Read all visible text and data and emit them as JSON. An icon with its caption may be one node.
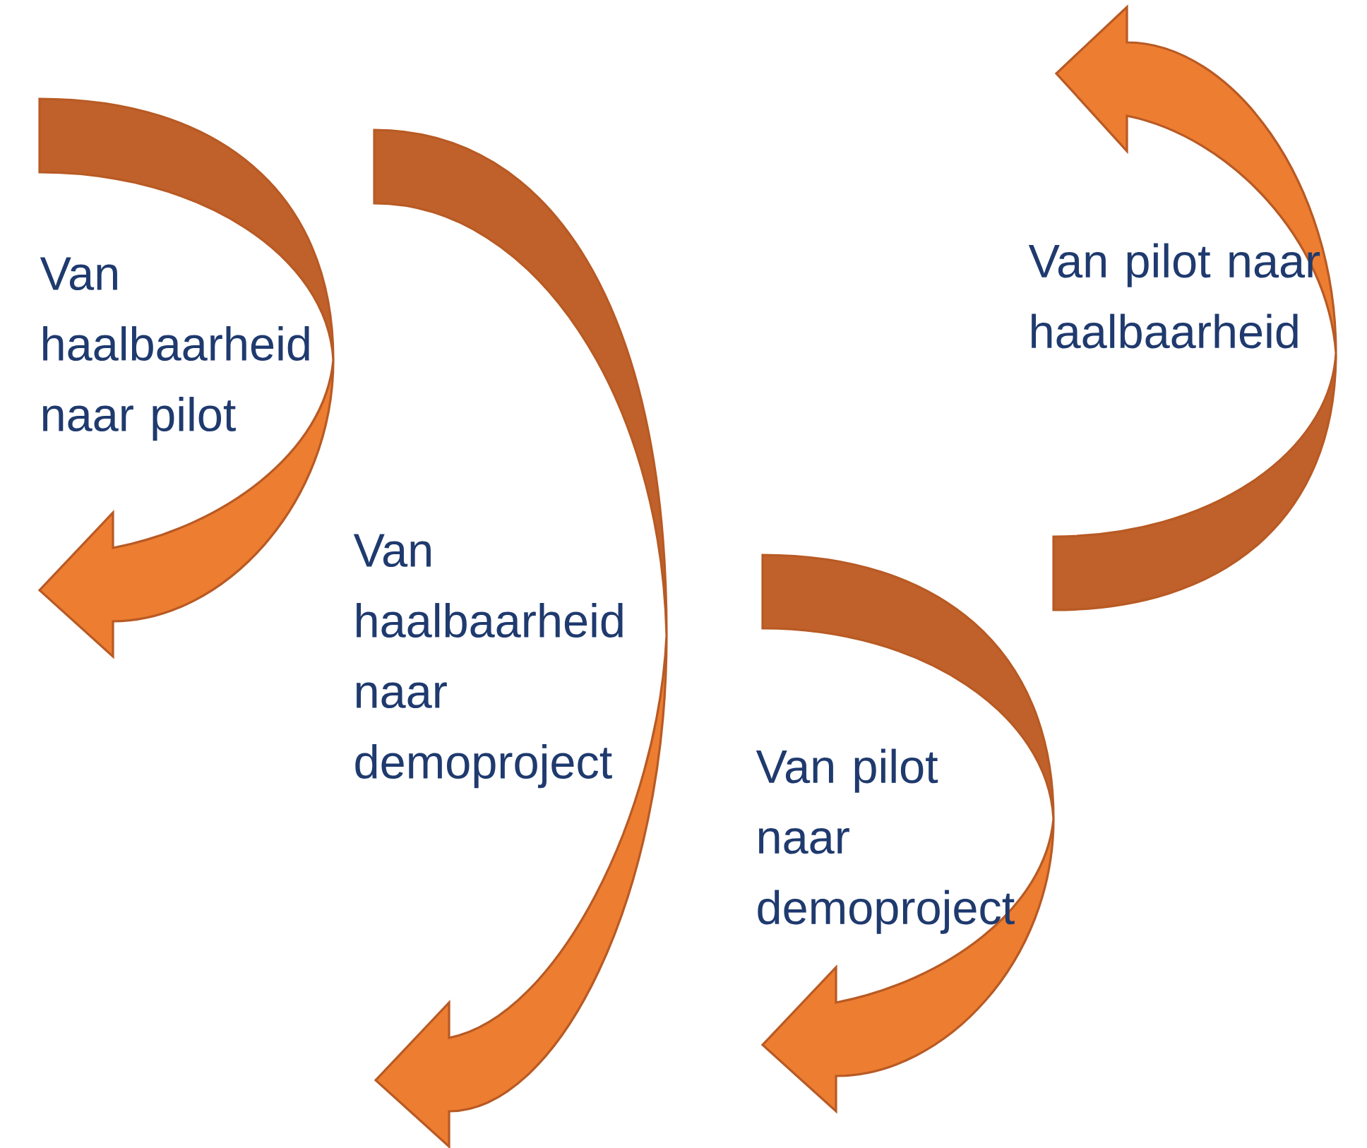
{
  "diagram": {
    "labels": [
      "Van haalbaarheid naar pilot",
      "Van haalbaarheid naar demoproject",
      "Van pilot naar demoproject",
      "Van pilot naar haalbaarheid"
    ]
  }
}
